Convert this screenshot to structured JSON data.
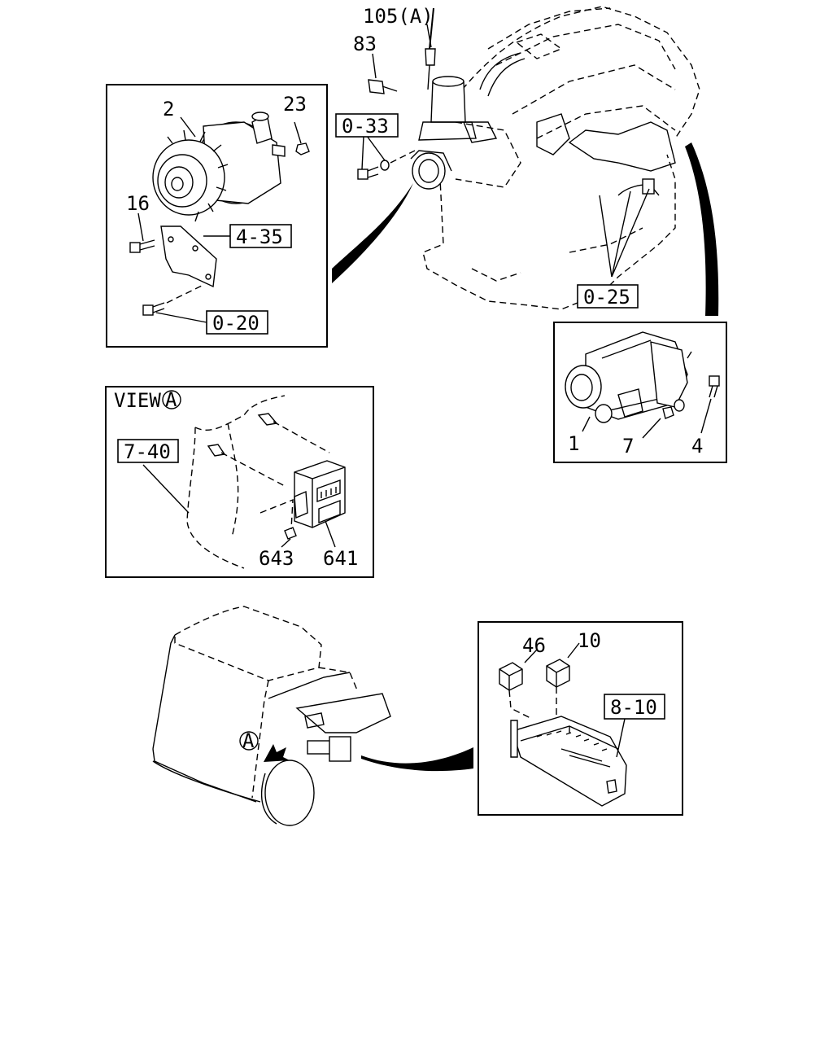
{
  "callouts": {
    "dipstick": "105(A)",
    "sensor": "83",
    "alternator": "2",
    "alt_nut": "23",
    "alt_bolt": "16",
    "starter": "1",
    "starter_nut": "7",
    "starter_bolt": "4",
    "module": "641",
    "module_nut": "643",
    "relay_left": "46",
    "relay_right": "10"
  },
  "refs": {
    "engine_fitting": "0-33",
    "bracket": "4-35",
    "bracket_bolt": "0-20",
    "harness": "0-25",
    "module_mount": "7-40",
    "relay_box": "8-10"
  },
  "view": {
    "title": "VIEW",
    "marker": "A"
  },
  "truck_marker": "A"
}
